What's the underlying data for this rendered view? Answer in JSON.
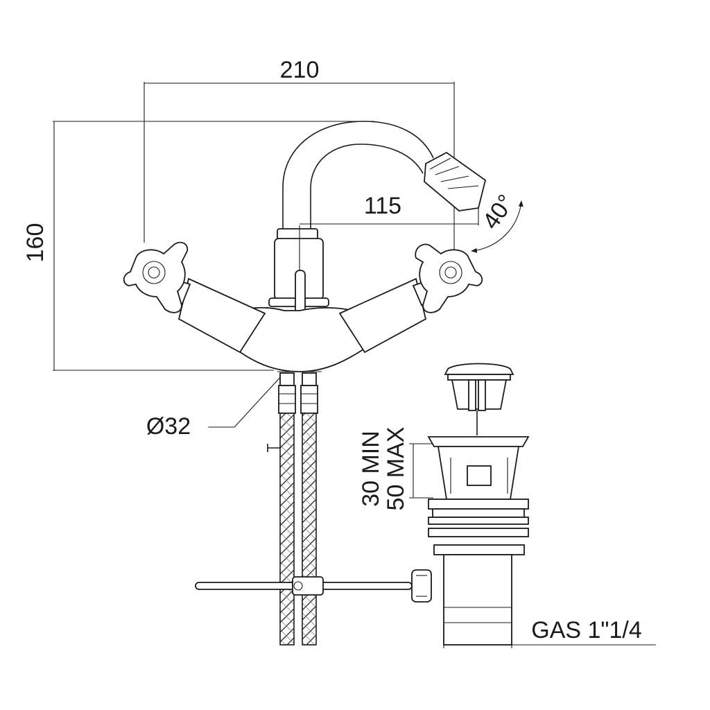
{
  "dimensions": {
    "overall_width": "210",
    "overall_height": "160",
    "spout_reach": "115",
    "swivel_angle": "40°",
    "hole_diameter": "Ø32",
    "deck_thickness_min": "30 MIN",
    "deck_thickness_max": "50 MAX",
    "waste_thread": "GAS 1\"1/4"
  },
  "colors": {
    "line": "#1a1a1a",
    "background": "#ffffff"
  }
}
